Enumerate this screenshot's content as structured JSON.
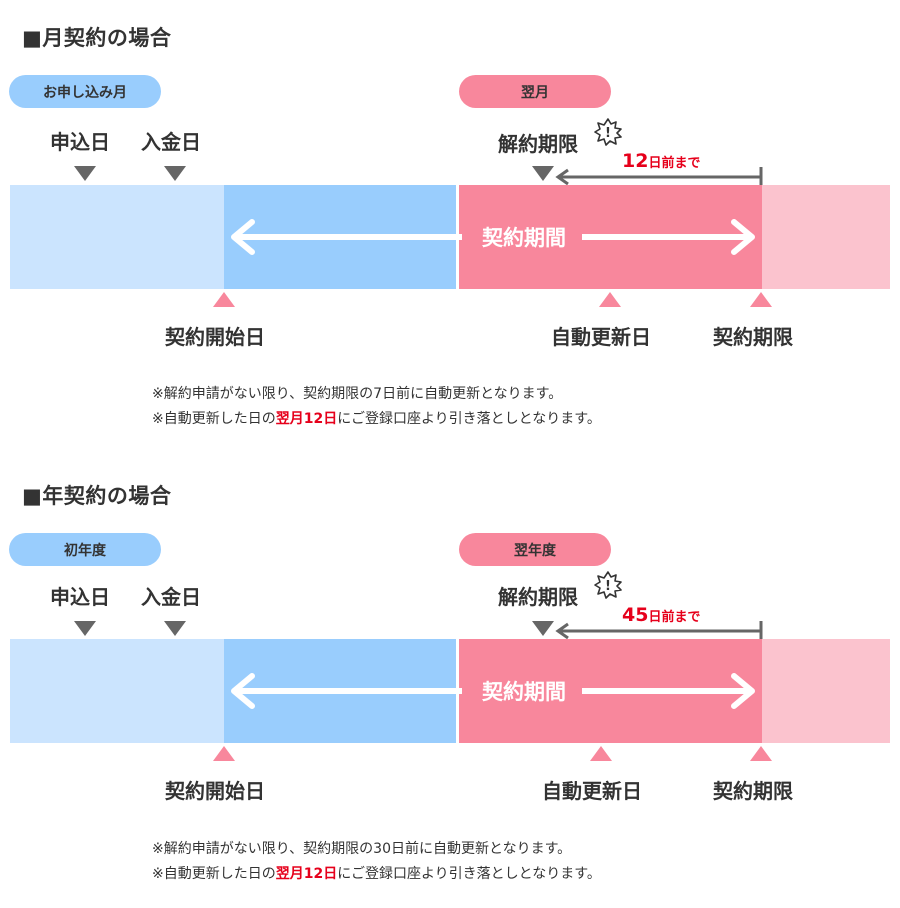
{
  "sections": [
    {
      "heading": "■月契約の場合",
      "pill_left": "お申し込み月",
      "pill_right": "翌月",
      "label_application": "申込日",
      "label_payment": "入金日",
      "label_cancel_deadline": "解約期限",
      "days_number": "12",
      "days_unit": "日前まで",
      "period_label": "契約期間",
      "label_start": "契約開始日",
      "label_auto_renew": "自動更新日",
      "label_contract_end": "契約期限",
      "note1": "※解約申請がない限り、契約期限の7日前に自動更新となります。",
      "note2_prefix": "※自動更新した日の",
      "note2_highlight": "翌月12日",
      "note2_suffix": "にご登録口座より引き落としとなります。"
    },
    {
      "heading": "■年契約の場合",
      "pill_left": "初年度",
      "pill_right": "翌年度",
      "label_application": "申込日",
      "label_payment": "入金日",
      "label_cancel_deadline": "解約期限",
      "days_number": "45",
      "days_unit": "日前まで",
      "period_label": "契約期間",
      "label_start": "契約開始日",
      "label_auto_renew": "自動更新日",
      "label_contract_end": "契約期限",
      "note1": "※解約申請がない限り、契約期限の30日前に自動更新となります。",
      "note2_prefix": "※自動更新した日の",
      "note2_highlight": "翌月12日",
      "note2_suffix": "にご登録口座より引き落としとなります。"
    }
  ],
  "colors": {
    "blue": "#99cdfd",
    "light_blue": "#cbe4fe",
    "pink": "#f8879c",
    "light_pink": "#fbc3ce",
    "marker_gray": "#666666",
    "accent_red": "#e6001b",
    "text": "#333333"
  },
  "icons": {
    "down_marker": "triangle-down-icon",
    "up_marker": "triangle-up-icon",
    "warning": "exclamation-burst-icon",
    "period_arrow": "double-arrow-icon"
  }
}
